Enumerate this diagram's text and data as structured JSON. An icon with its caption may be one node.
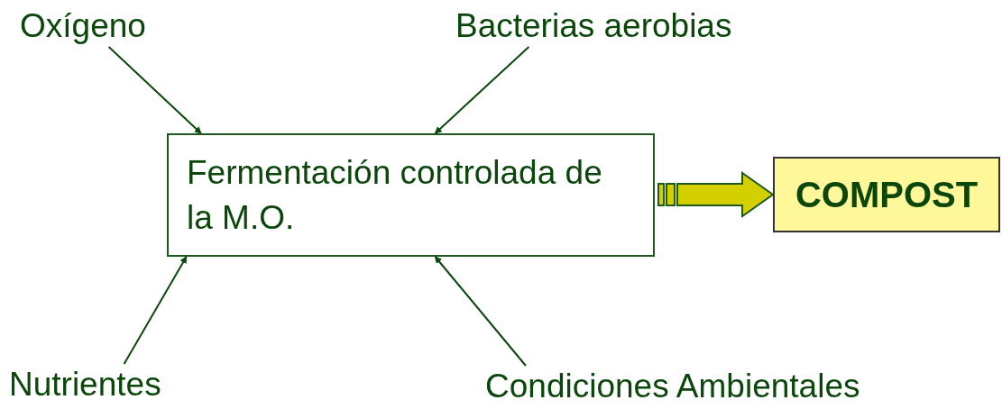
{
  "diagram": {
    "nodes": [
      {
        "text": [
          "Oxígeno"
        ]
      },
      {
        "text": [
          "Bacterias aerobias"
        ]
      },
      {
        "text": [
          "Fermentación controlada de la M.O."
        ]
      },
      {
        "text": [
          "COMPOST"
        ]
      },
      {
        "text": [
          "Nutrientes"
        ]
      },
      {
        "text": [
          "Condiciones Ambientales"
        ]
      }
    ],
    "edges": [
      {
        "from": 0,
        "to": 2,
        "arrow": "to"
      },
      {
        "from": 1,
        "to": 2,
        "arrow": "to"
      },
      {
        "from": 4,
        "to": 2,
        "arrow": "to"
      },
      {
        "from": 5,
        "to": 2,
        "arrow": "to"
      },
      {
        "from": 2,
        "to": 3,
        "arrow": "to",
        "style": "thick",
        "color": "#d4d000"
      }
    ]
  }
}
